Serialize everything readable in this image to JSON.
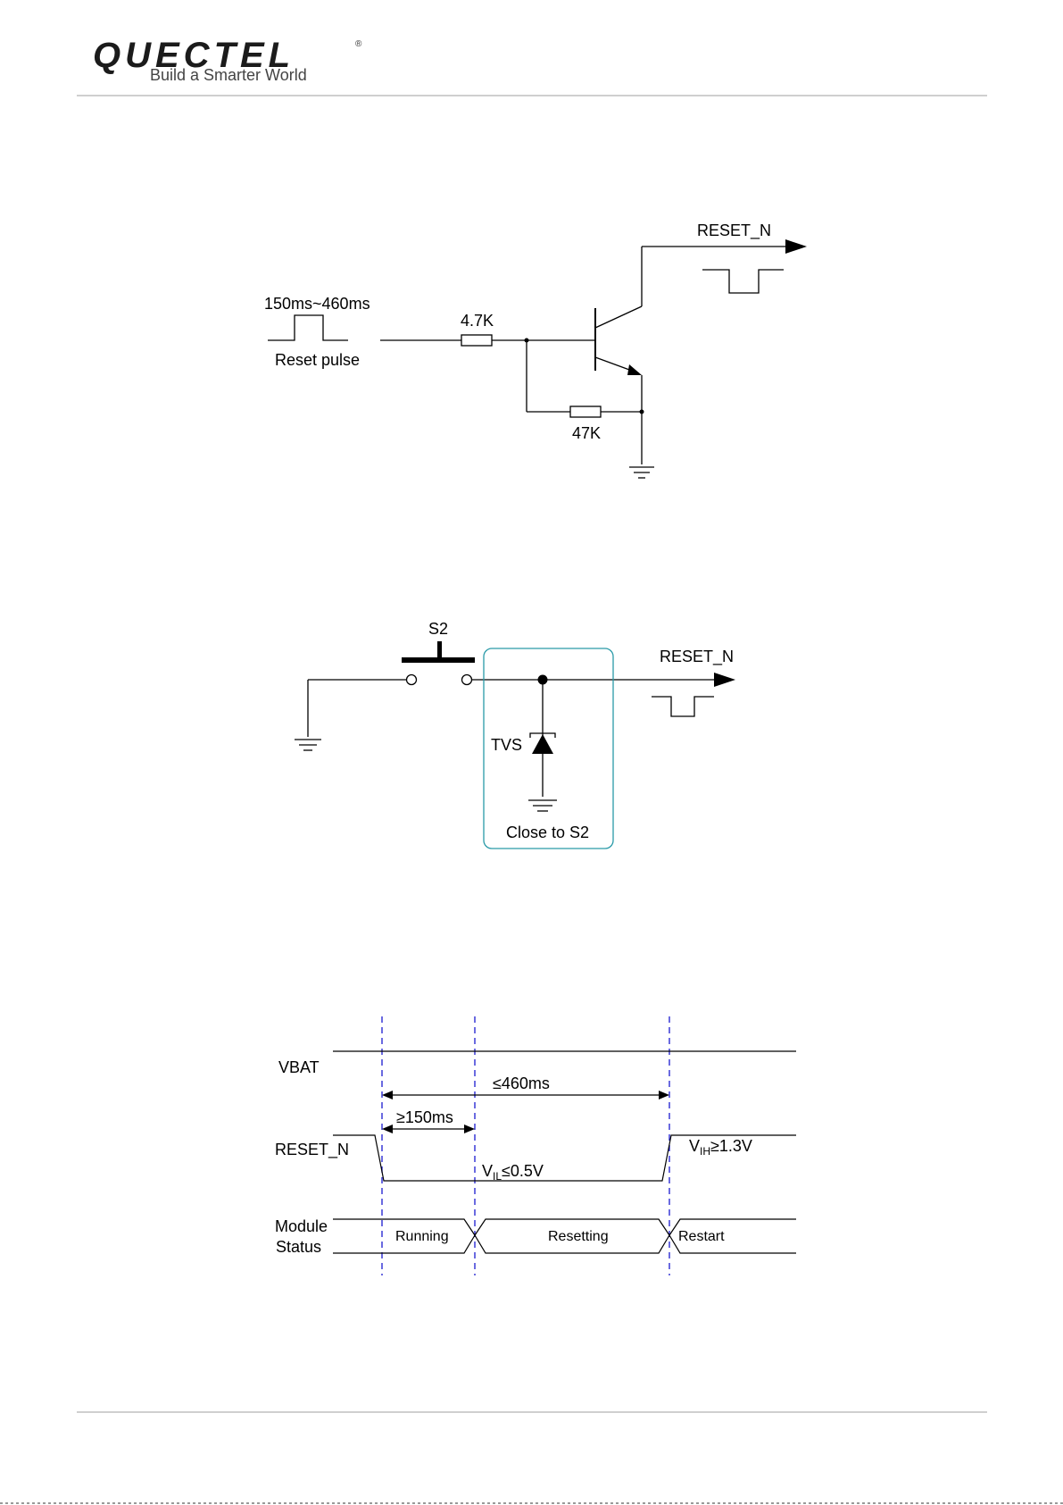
{
  "header": {
    "logo_word": "QUECTEL",
    "logo_reg": "®",
    "tagline": "Build a Smarter World"
  },
  "figure_reset_transistor": {
    "pulse_timing": "150ms~460ms",
    "pulse_label": "Reset pulse",
    "r1": "4.7K",
    "r2": "47K",
    "output": "RESET_N"
  },
  "figure_reset_button": {
    "switch": "S2",
    "output": "RESET_N",
    "tvs": "TVS",
    "note": "Close to S2",
    "note_color": "#2a9aa8"
  },
  "figure_timing": {
    "vbat": "VBAT",
    "reset_n": "RESET_N",
    "module": "Module",
    "status": "Status",
    "max_time": "≤460ms",
    "min_time": "≥150ms",
    "vil_v": "V",
    "vil_sub": "IL",
    "vil_val": "≤0.5V",
    "vih_v": "V",
    "vih_sub": "IH",
    "vih_val": "≥1.3V",
    "states": [
      "Running",
      "Resetting",
      "Restart"
    ],
    "marker_color": "#1a1ad0"
  }
}
